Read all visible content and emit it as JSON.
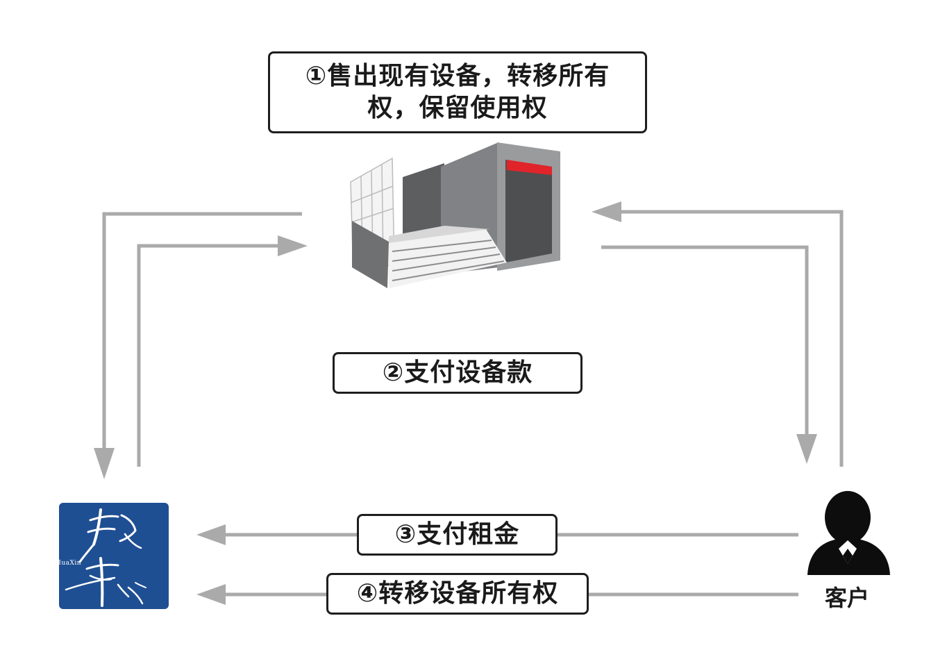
{
  "steps": {
    "step1": "①售出现有设备，转移所有权，保留使用权",
    "step2": "②支付设备款",
    "step3": "③支付租金",
    "step4": "④转移设备所有权"
  },
  "nodes": {
    "customer_label": "客户",
    "logo_text": "MX HuaXin"
  },
  "icons": {
    "building": "building-icon",
    "customer": "person-icon",
    "company": "company-logo"
  },
  "colors": {
    "arrow": "#aaaaaa",
    "box_border": "#1e1e1e",
    "logo_bg": "#1f4f93",
    "building_accent": "#e0242a"
  }
}
